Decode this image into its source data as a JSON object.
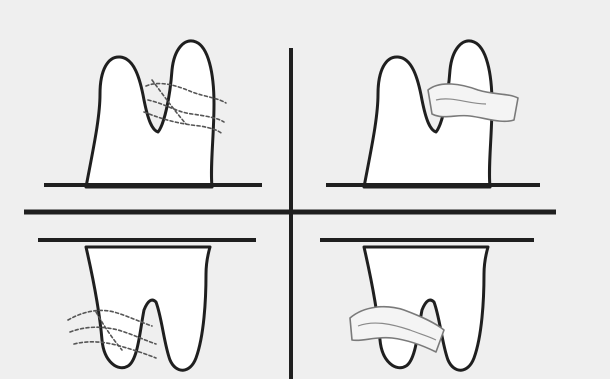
{
  "diagram": {
    "background": "#efefef",
    "ink": "#1f1f1f",
    "tooth_fill": "#ffffff",
    "wrap_fill": "#f4f4f4",
    "wrap_stroke": "#7a7a7a",
    "quadrants": [
      {
        "position": "top-left",
        "style": "dotted-outline"
      },
      {
        "position": "top-right",
        "style": "solid-band"
      },
      {
        "position": "bottom-left",
        "style": "dotted-outline"
      },
      {
        "position": "bottom-right",
        "style": "solid-band"
      }
    ]
  }
}
